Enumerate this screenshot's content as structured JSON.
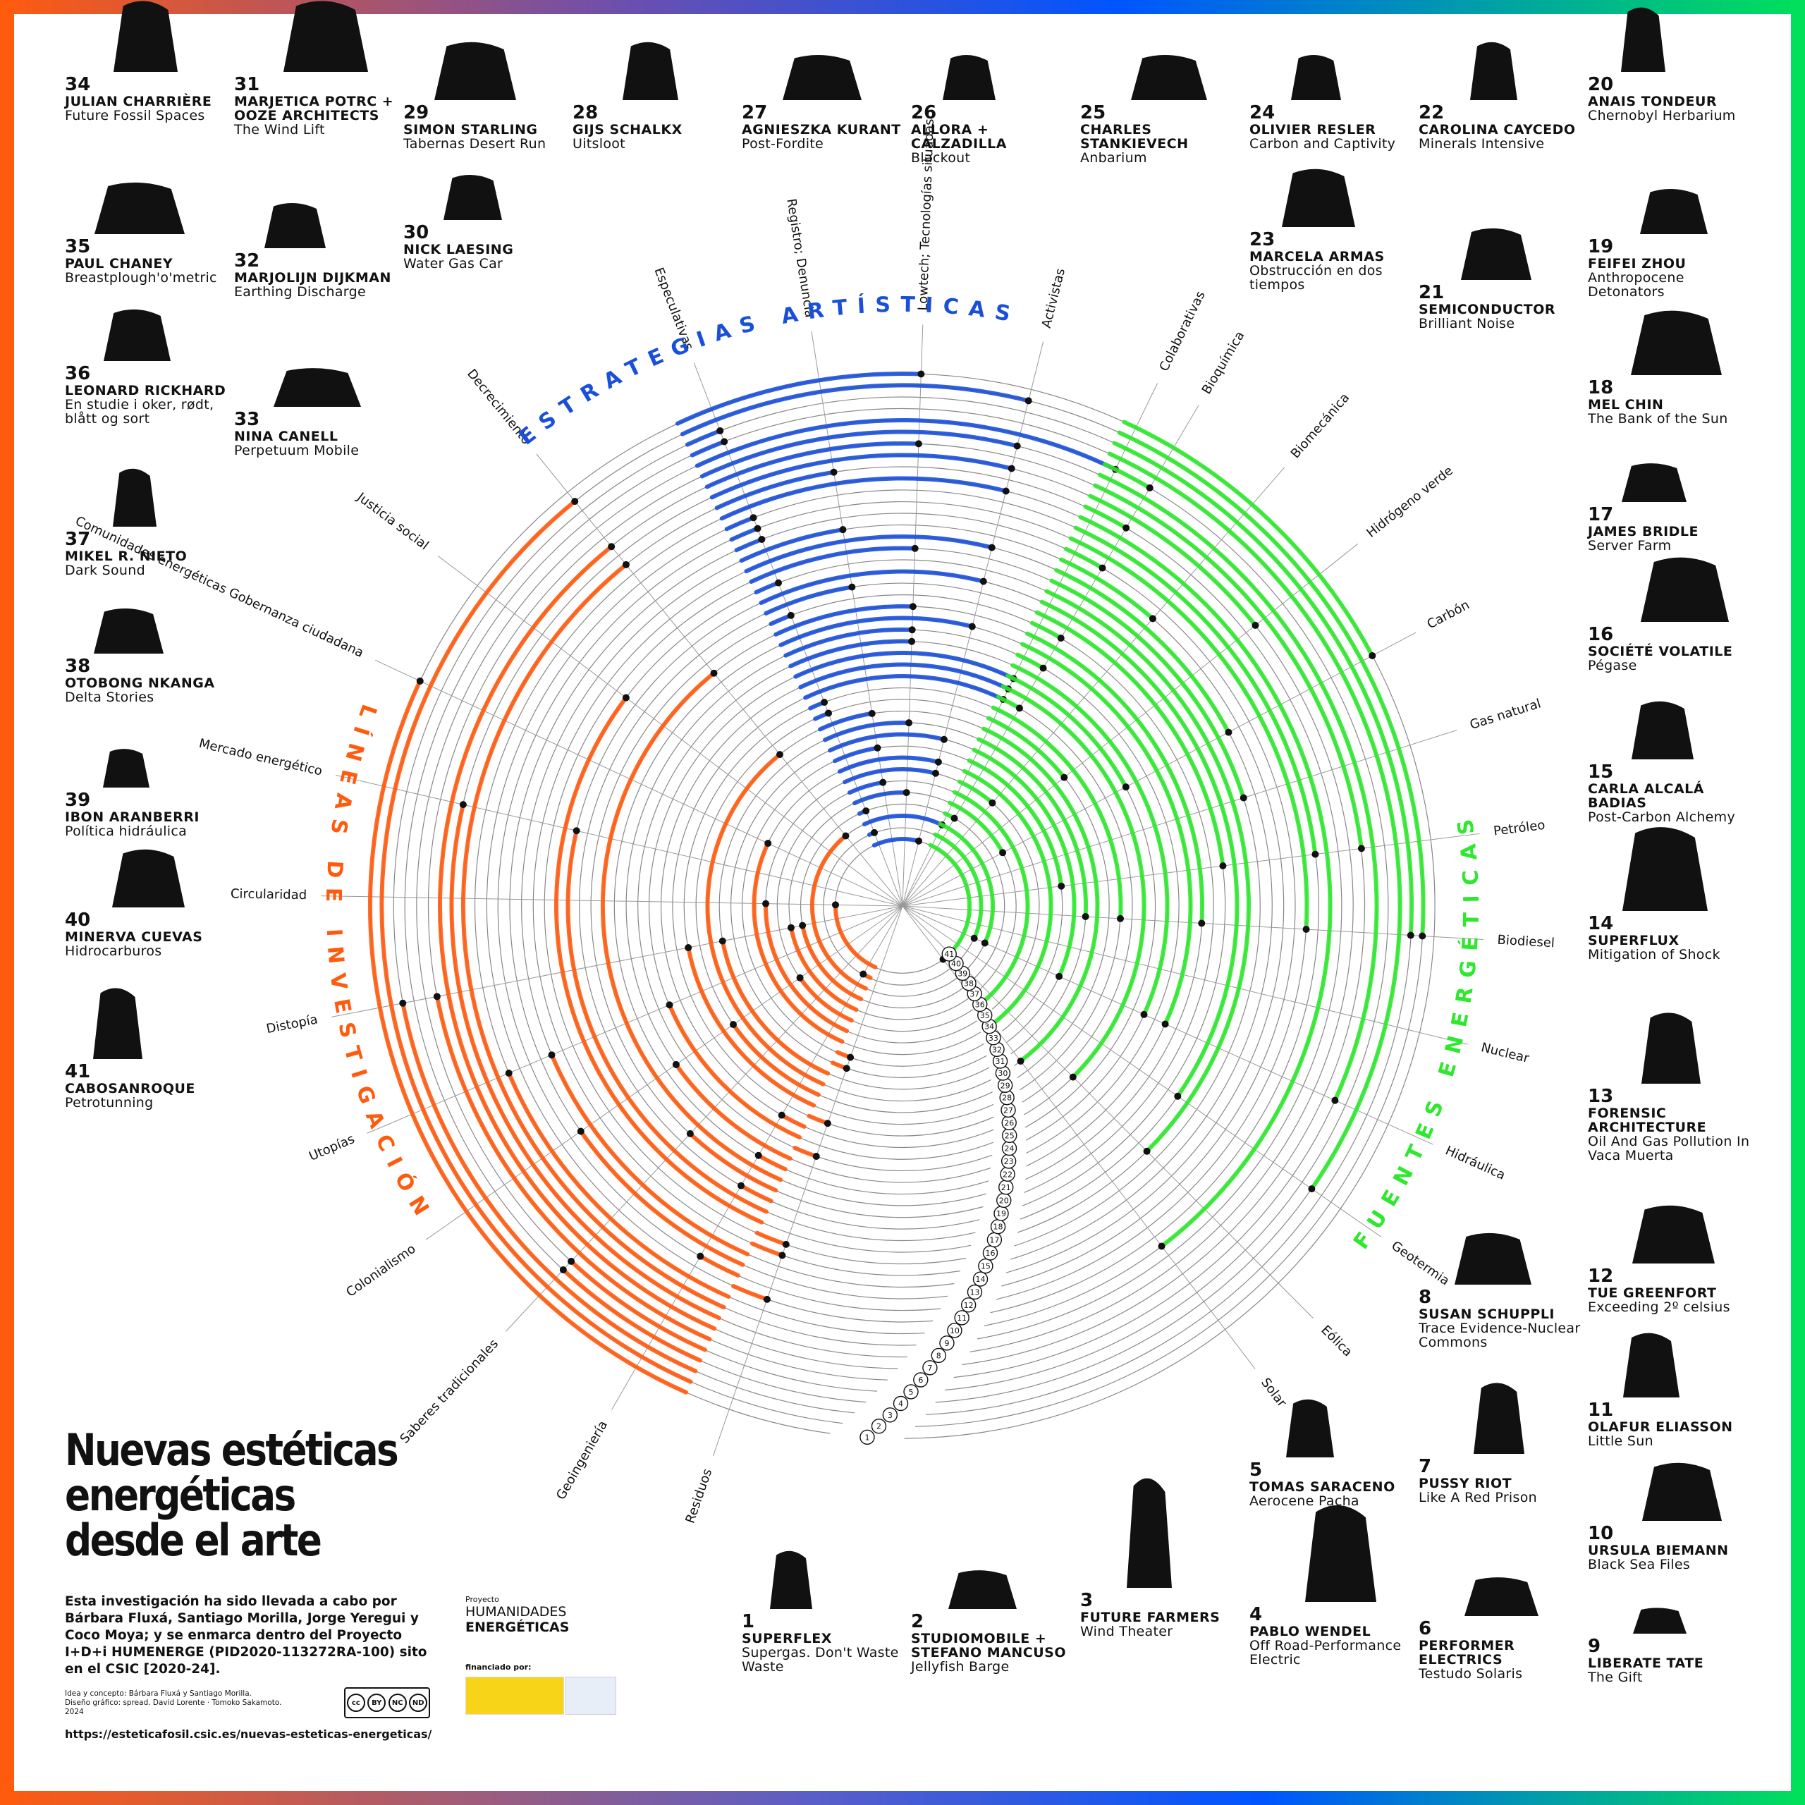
{
  "colors": {
    "orange": "#ff5b0f",
    "blue": "#1a4fd8",
    "green": "#2ee82e",
    "ink": "#111111",
    "frame_gradient": [
      "#ff5b0f",
      "#1a4fd8",
      "#0055ff",
      "#00e05a"
    ]
  },
  "title": {
    "line1": "Nuevas estéticas",
    "line2": "energéticas",
    "line3": "desde el arte"
  },
  "intro": "Esta investigación ha sido llevada a cabo por Bárbara Fluxá, Santiago Morilla, Jorge Yeregui y Coco Moya; y se enmarca dentro del Proyecto I+D+i HUMENERGE (PID2020-113272RA-100) sito en el CSIC [2020-24].",
  "credits": {
    "line1": "Idea y concepto: Bárbara Fluxá y Santiago Morilla.",
    "line2": "Diseño gráfico: spread. David Lorente · Tomoko Sakamoto.",
    "line3": "2024"
  },
  "license": {
    "labels": [
      "cc",
      "BY",
      "NC",
      "ND"
    ]
  },
  "url": "https://esteticafosil.csic.es/nuevas-esteticas-energeticas/",
  "project": {
    "label": "Proyecto",
    "name_line1": "HUMANIDADES",
    "name_line2": "ENERGÉTICAS",
    "funded_by": "financiado por:",
    "ministry_logo": "spain-ministry-science-logo",
    "agency_logo": "agencia-estatal-investigacion-logo"
  },
  "diagram": {
    "ring_count": 41,
    "groups": [
      {
        "name": "ESTRATEGIAS ARTÍSTICAS",
        "color": "#1a4fd8",
        "categories": [
          "Especulativas",
          "Registro; Denuncia",
          "Lowtech; Tecnologías situadas",
          "Activistas",
          "Colaborativas"
        ]
      },
      {
        "name": "FUENTES ENERGÉTICAS",
        "color": "#2ee82e",
        "categories": [
          "Bioquímica",
          "Biomecánica",
          "Hidrógeno verde",
          "Carbón",
          "Gas natural",
          "Petróleo",
          "Biodiesel",
          "Nuclear",
          "Hidráulica",
          "Geotermia",
          "Eólica",
          "Solar"
        ]
      },
      {
        "name": "LÍNEAS DE INVESTIGACIÓN",
        "color": "#ff5b0f",
        "categories": [
          "Decrecimiento",
          "Justicia social",
          "Comunidades energéticas Gobernanza ciudadana",
          "Mercado energético",
          "Circularidad",
          "Distopía",
          "Utopías",
          "Colonialismo",
          "Saberes tradicionales",
          "Geoingeniería",
          "Residuos"
        ]
      }
    ]
  },
  "artworks": [
    {
      "num": "1",
      "artist": "SUPERFLEX",
      "title": "Supergas. Don't Waste Waste",
      "icon": "egg-icon"
    },
    {
      "num": "2",
      "artist": "STUDIOMOBILE + STEFANO MANCUSO",
      "title": "Jellyfish Barge",
      "icon": "barge-icon"
    },
    {
      "num": "3",
      "artist": "FUTURE FARMERS",
      "title": "Wind Theater",
      "icon": "tower-icon"
    },
    {
      "num": "4",
      "artist": "PABLO WENDEL",
      "title": "Off Road-Performance Electric",
      "icon": "wind-turbine-icon"
    },
    {
      "num": "5",
      "artist": "TOMAS SARACENO",
      "title": "Aerocene Pacha",
      "icon": "balloon-icon"
    },
    {
      "num": "6",
      "artist": "PERFORMER ELECTRICS",
      "title": "Testudo Solaris",
      "icon": "vehicle-icon"
    },
    {
      "num": "7",
      "artist": "PUSSY RIOT",
      "title": "Like A Red Prison",
      "icon": "oil-rig-icon"
    },
    {
      "num": "8",
      "artist": "SUSAN SCHUPPLI",
      "title": "Trace Evidence-Nuclear Commons",
      "icon": "map-image-icon"
    },
    {
      "num": "9",
      "artist": "LIBERATE TATE",
      "title": "The Gift",
      "icon": "blade-icon"
    },
    {
      "num": "10",
      "artist": "URSULA BIEMANN",
      "title": "Black Sea Files",
      "icon": "pipe-icon"
    },
    {
      "num": "11",
      "artist": "OLAFUR ELIASSON",
      "title": "Little Sun",
      "icon": "lamp-icon"
    },
    {
      "num": "12",
      "artist": "TUE GREENFORT",
      "title": "Exceeding 2º celsius",
      "icon": "suitcase-icon"
    },
    {
      "num": "13",
      "artist": "FORENSIC ARCHITECTURE",
      "title": "Oil And Gas Pollution In Vaca Muerta",
      "icon": "frame-icon"
    },
    {
      "num": "14",
      "artist": "SUPERFLUX",
      "title": "Mitigation of Shock",
      "icon": "shelf-icon"
    },
    {
      "num": "15",
      "artist": "CARLA ALCALÁ BADIAS",
      "title": "Post-Carbon Alchemy",
      "icon": "bag-icon"
    },
    {
      "num": "16",
      "artist": "SOCIÉTÉ VOLATILE",
      "title": "Pégase",
      "icon": "pegasus-icon"
    },
    {
      "num": "17",
      "artist": "JAMES BRIDLE",
      "title": "Server Farm",
      "icon": "plant-pattern-icon"
    },
    {
      "num": "18",
      "artist": "MEL CHIN",
      "title": "The Bank of the Sun",
      "icon": "sculpture-icon"
    },
    {
      "num": "19",
      "artist": "FEIFEI ZHOU",
      "title": "Anthropocene Detonators",
      "icon": "drawing-icon"
    },
    {
      "num": "20",
      "artist": "ANAIS TONDEUR",
      "title": "Chernobyl Herbarium",
      "icon": "herbarium-icon"
    },
    {
      "num": "21",
      "artist": "SEMICONDUCTOR",
      "title": "Brilliant Noise",
      "icon": "sun-image-icon"
    },
    {
      "num": "22",
      "artist": "CAROLINA CAYCEDO",
      "title": "Minerals Intensive",
      "icon": "turbine-photo-icon"
    },
    {
      "num": "23",
      "artist": "MARCELA ARMAS",
      "title": "Obstrucción en dos tiempos",
      "icon": "machine-icon"
    },
    {
      "num": "24",
      "artist": "OLIVIER RESLER",
      "title": "Carbon and Captivity",
      "icon": "worker-icon"
    },
    {
      "num": "25",
      "artist": "CHARLES STANKIEVECH",
      "title": "Anbarium",
      "icon": "hexagon-icon"
    },
    {
      "num": "26",
      "artist": "ALLORA + CALZADILLA",
      "title": "Blackout",
      "icon": "debris-icon"
    },
    {
      "num": "27",
      "artist": "AGNIESZKA KURANT",
      "title": "Post-Fordite",
      "icon": "stone-icon"
    },
    {
      "num": "28",
      "artist": "GIJS SCHALKX",
      "title": "Uitsloot",
      "icon": "motorbike-icon"
    },
    {
      "num": "29",
      "artist": "SIMON STARLING",
      "title": "Tabernas Desert Run",
      "icon": "bicycle-icon"
    },
    {
      "num": "30",
      "artist": "NICK LAESING",
      "title": "Water Gas Car",
      "icon": "car-icon"
    },
    {
      "num": "31",
      "artist": "MARJETICA POTRC + OOZE ARCHITECTS",
      "title": "The Wind Lift",
      "icon": "windmill-icon"
    },
    {
      "num": "32",
      "artist": "MARJOLIJN DIJKMAN",
      "title": "Earthing Discharge",
      "icon": "discharge-icon"
    },
    {
      "num": "33",
      "artist": "NINA CANELL",
      "title": "Perpetuum Mobile",
      "icon": "bench-icon"
    },
    {
      "num": "34",
      "artist": "JULIAN CHARRIÈRE",
      "title": "Future Fossil Spaces",
      "icon": "columns-icon"
    },
    {
      "num": "35",
      "artist": "PAUL CHANEY",
      "title": "Breastplough'o'metric",
      "icon": "shovel-icon"
    },
    {
      "num": "36",
      "artist": "LEONARD RICKHARD",
      "title": "En studie i oker, rødt, blått og sort",
      "icon": "house-icon"
    },
    {
      "num": "37",
      "artist": "MIKEL R. NIETO",
      "title": "Dark Sound",
      "icon": "black-square-icon"
    },
    {
      "num": "38",
      "artist": "OTOBONG NKANGA",
      "title": "Delta Stories",
      "icon": "landscape-icon"
    },
    {
      "num": "39",
      "artist": "IBON ARANBERRI",
      "title": "Política hidráulica",
      "icon": "strip-icon"
    },
    {
      "num": "40",
      "artist": "MINERVA CUEVAS",
      "title": "Hidrocarburos",
      "icon": "pot-plant-icon"
    },
    {
      "num": "41",
      "artist": "CABOSANROQUE",
      "title": "Petrotunning",
      "icon": "lamp-table-icon"
    }
  ]
}
